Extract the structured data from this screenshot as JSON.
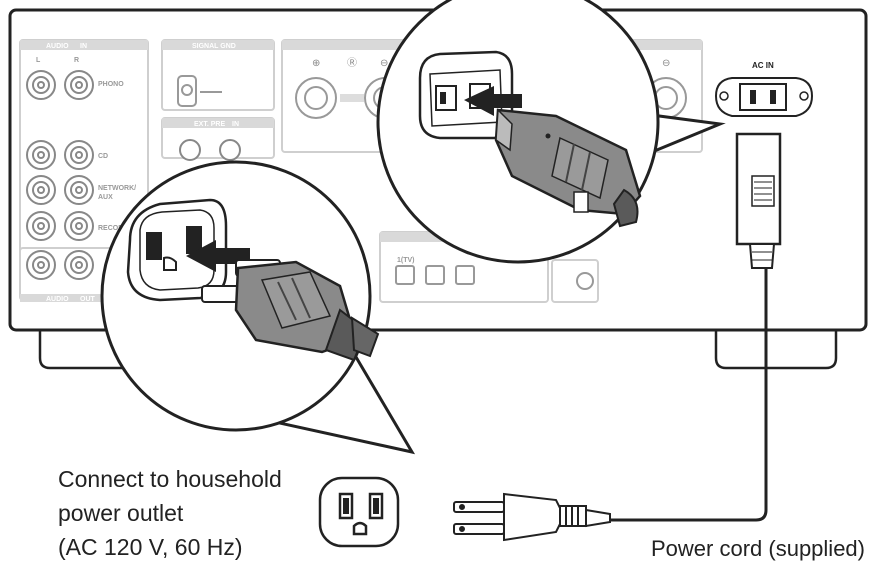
{
  "panel": {
    "audio_in": "AUDIO",
    "audio_in_tag": "IN",
    "signal_gnd": "SIGNAL GND",
    "ext_pre": "EXT. PRE",
    "ext_pre_tag": "IN",
    "phono": "PHONO",
    "cd": "CD",
    "network": "NETWORK/",
    "aux": "AUX",
    "recorder": "RECORDER",
    "audio_out": "AUDIO",
    "audio_out_tag": "OUT",
    "ac_in": "AC IN",
    "optical_tv": "1(TV)",
    "ch_l": "L",
    "ch_r": "R"
  },
  "caption": {
    "line1": "Connect to household",
    "line2": "power outlet",
    "line3": "(AC 120 V, 60 Hz)"
  },
  "cord_label": "Power cord (supplied)",
  "colors": {
    "line": "#222222",
    "panel": "#ffffff",
    "section": "#d9d9d9",
    "connector": "#8a8a8a",
    "connector_dark": "#5a5a5a"
  }
}
